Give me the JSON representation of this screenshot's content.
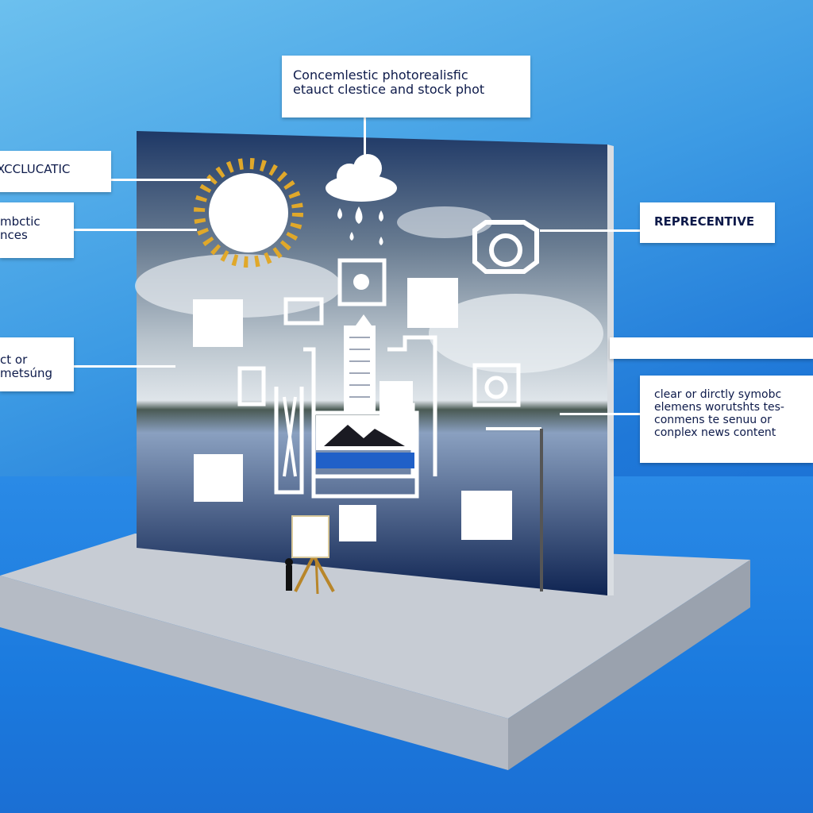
{
  "callouts": {
    "top": {
      "line1": "Concemlestic photorealisfic",
      "line2": "etauct clestice and stock phot"
    },
    "left_1": "XCCLUCATIC",
    "left_2": {
      "line1": "mbctic",
      "line2": "nces"
    },
    "left_3": {
      "line1": "ct or",
      "line2": "metsúng"
    },
    "right_1": "REPRECENTIVE",
    "right_2": "",
    "right_3": {
      "line1": "clear or dirctly symobc",
      "line2": "elemens worutshts tes-",
      "line3": "conmens te senuu or",
      "line4": "conplex news content"
    }
  },
  "colors": {
    "panel_sky": "#2c4a7a",
    "sun_rays": "#e0a82a",
    "floor": "#1b7ade",
    "platform": "#c9ced6"
  }
}
